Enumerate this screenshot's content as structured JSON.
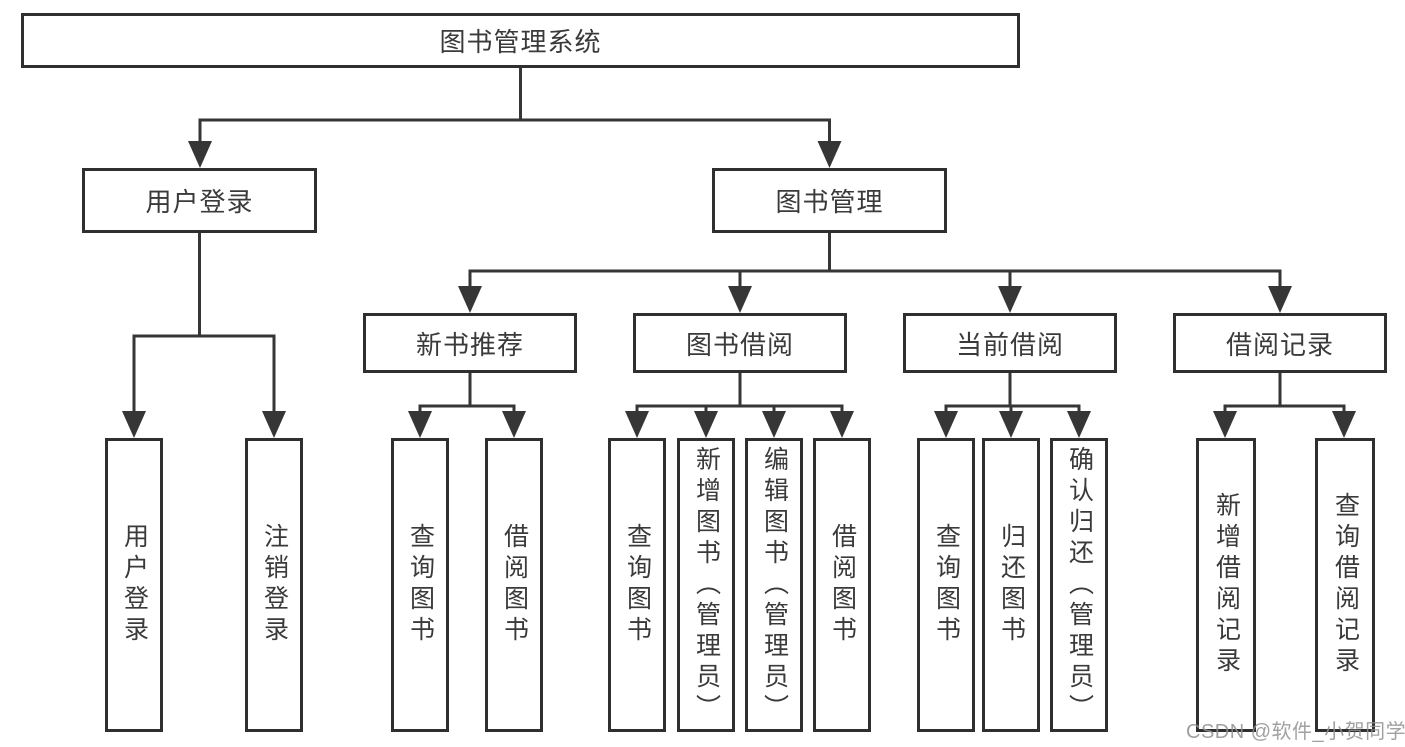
{
  "diagram": {
    "title_node": {
      "label": "图书管理系统"
    },
    "level2": [
      {
        "label": "用户登录"
      },
      {
        "label": "图书管理"
      }
    ],
    "level3": [
      {
        "label": "新书推荐"
      },
      {
        "label": "图书借阅"
      },
      {
        "label": "当前借阅"
      },
      {
        "label": "借阅记录"
      }
    ],
    "leaves": [
      {
        "label": "用户登录"
      },
      {
        "label": "注销登录"
      },
      {
        "label": "查询图书"
      },
      {
        "label": "借阅图书"
      },
      {
        "label": "查询图书"
      },
      {
        "label": "新增图书（管理员）"
      },
      {
        "label": "编辑图书（管理员）"
      },
      {
        "label": "借阅图书"
      },
      {
        "label": "查询图书"
      },
      {
        "label": "归还图书"
      },
      {
        "label": "确认归还（管理员）"
      },
      {
        "label": "新增借阅记录"
      },
      {
        "label": "查询借阅记录"
      }
    ]
  },
  "watermark": {
    "text": "CSDN @软件_小贺同学"
  },
  "colors": {
    "line": "#363636",
    "box_border": "#2f2f2f",
    "text": "#3a3a3a",
    "watermark": "#919191",
    "background": "#ffffff"
  }
}
